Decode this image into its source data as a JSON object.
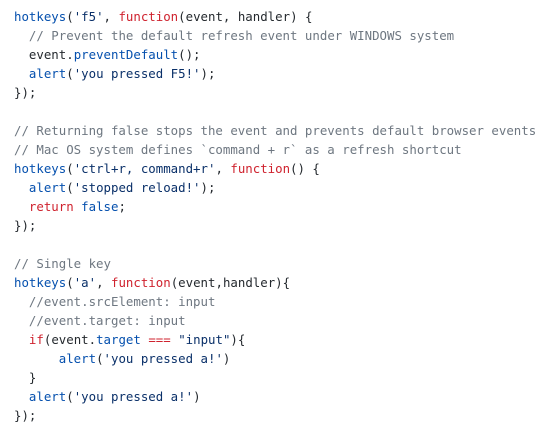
{
  "code": {
    "language": "javascript",
    "colors": {
      "function": "#0550ae",
      "string": "#0a3069",
      "keyword": "#cf222e",
      "comment": "#6e7781",
      "text": "#24292e",
      "background": "#ffffff"
    },
    "lines": [
      [
        {
          "t": "hotkeys",
          "k": "func"
        },
        {
          "t": "(",
          "k": "punct"
        },
        {
          "t": "'f5'",
          "k": "str"
        },
        {
          "t": ", ",
          "k": "punct"
        },
        {
          "t": "function",
          "k": "kw"
        },
        {
          "t": "(",
          "k": "punct"
        },
        {
          "t": "event",
          "k": "ident"
        },
        {
          "t": ", ",
          "k": "punct"
        },
        {
          "t": "handler",
          "k": "ident"
        },
        {
          "t": ") {",
          "k": "punct"
        }
      ],
      [
        {
          "t": "  ",
          "k": "punct"
        },
        {
          "t": "// Prevent the default refresh event under WINDOWS system",
          "k": "com"
        }
      ],
      [
        {
          "t": "  ",
          "k": "punct"
        },
        {
          "t": "event",
          "k": "ident"
        },
        {
          "t": ".",
          "k": "punct"
        },
        {
          "t": "preventDefault",
          "k": "prop"
        },
        {
          "t": "();",
          "k": "punct"
        }
      ],
      [
        {
          "t": "  ",
          "k": "punct"
        },
        {
          "t": "alert",
          "k": "func"
        },
        {
          "t": "(",
          "k": "punct"
        },
        {
          "t": "'you pressed F5!'",
          "k": "str"
        },
        {
          "t": ");",
          "k": "punct"
        }
      ],
      [
        {
          "t": "});",
          "k": "punct"
        }
      ],
      [],
      [
        {
          "t": "// Returning false stops the event and prevents default browser events",
          "k": "com"
        }
      ],
      [
        {
          "t": "// Mac OS system defines `command + r` as a refresh shortcut",
          "k": "com"
        }
      ],
      [
        {
          "t": "hotkeys",
          "k": "func"
        },
        {
          "t": "(",
          "k": "punct"
        },
        {
          "t": "'ctrl+r, command+r'",
          "k": "str"
        },
        {
          "t": ", ",
          "k": "punct"
        },
        {
          "t": "function",
          "k": "kw"
        },
        {
          "t": "() {",
          "k": "punct"
        }
      ],
      [
        {
          "t": "  ",
          "k": "punct"
        },
        {
          "t": "alert",
          "k": "func"
        },
        {
          "t": "(",
          "k": "punct"
        },
        {
          "t": "'stopped reload!'",
          "k": "str"
        },
        {
          "t": ");",
          "k": "punct"
        }
      ],
      [
        {
          "t": "  ",
          "k": "punct"
        },
        {
          "t": "return",
          "k": "kw"
        },
        {
          "t": " ",
          "k": "punct"
        },
        {
          "t": "false",
          "k": "prop"
        },
        {
          "t": ";",
          "k": "punct"
        }
      ],
      [
        {
          "t": "});",
          "k": "punct"
        }
      ],
      [],
      [
        {
          "t": "// Single key",
          "k": "com"
        }
      ],
      [
        {
          "t": "hotkeys",
          "k": "func"
        },
        {
          "t": "(",
          "k": "punct"
        },
        {
          "t": "'a'",
          "k": "str"
        },
        {
          "t": ", ",
          "k": "punct"
        },
        {
          "t": "function",
          "k": "kw"
        },
        {
          "t": "(",
          "k": "punct"
        },
        {
          "t": "event",
          "k": "ident"
        },
        {
          "t": ",",
          "k": "punct"
        },
        {
          "t": "handler",
          "k": "ident"
        },
        {
          "t": "){",
          "k": "punct"
        }
      ],
      [
        {
          "t": "  ",
          "k": "punct"
        },
        {
          "t": "//event.srcElement: input",
          "k": "com"
        }
      ],
      [
        {
          "t": "  ",
          "k": "punct"
        },
        {
          "t": "//event.target: input",
          "k": "com"
        }
      ],
      [
        {
          "t": "  ",
          "k": "punct"
        },
        {
          "t": "if",
          "k": "kw"
        },
        {
          "t": "(",
          "k": "punct"
        },
        {
          "t": "event",
          "k": "ident"
        },
        {
          "t": ".",
          "k": "punct"
        },
        {
          "t": "target",
          "k": "prop"
        },
        {
          "t": " ",
          "k": "punct"
        },
        {
          "t": "===",
          "k": "op"
        },
        {
          "t": " ",
          "k": "punct"
        },
        {
          "t": "\"input\"",
          "k": "str"
        },
        {
          "t": "){",
          "k": "punct"
        }
      ],
      [
        {
          "t": "      ",
          "k": "punct"
        },
        {
          "t": "alert",
          "k": "func"
        },
        {
          "t": "(",
          "k": "punct"
        },
        {
          "t": "'you pressed a!'",
          "k": "str"
        },
        {
          "t": ")",
          "k": "punct"
        }
      ],
      [
        {
          "t": "  }",
          "k": "punct"
        }
      ],
      [
        {
          "t": "  ",
          "k": "punct"
        },
        {
          "t": "alert",
          "k": "func"
        },
        {
          "t": "(",
          "k": "punct"
        },
        {
          "t": "'you pressed a!'",
          "k": "str"
        },
        {
          "t": ")",
          "k": "punct"
        }
      ],
      [
        {
          "t": "});",
          "k": "punct"
        }
      ]
    ]
  }
}
